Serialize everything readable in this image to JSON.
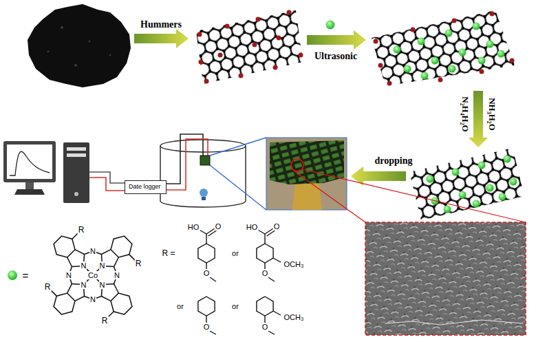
{
  "diagram": {
    "nodes": [
      {
        "text": [
          "Date logger"
        ]
      }
    ],
    "labels": [
      "Hummers",
      "Ultrasonic",
      "N₂H₄H₂O",
      "NH₃H₂O",
      "dropping",
      "R",
      "R",
      "R",
      "R",
      "N",
      "N",
      "N",
      "N",
      "N",
      "N",
      "N",
      "N",
      "Co",
      "=",
      "R =",
      "O",
      "HO",
      "O",
      "or",
      "O",
      "HO",
      "OCH₃",
      "O",
      "or",
      "O",
      "or",
      "OCH₃",
      "O"
    ]
  }
}
